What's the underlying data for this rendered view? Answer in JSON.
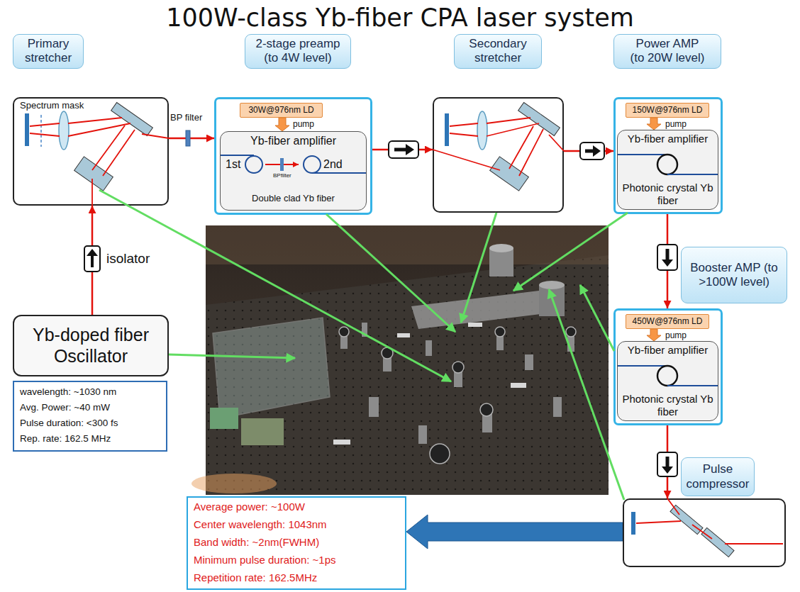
{
  "diagram": {
    "title": "100W-class Yb-fiber CPA laser system",
    "nodes": [
      {
        "text": [
          "Primary stretcher",
          "Spectrum mask"
        ]
      },
      {
        "text": [
          "2-stage preamp (to 4W level)"
        ]
      },
      {
        "text": [
          "30W@976nm LD"
        ],
        "in": 1
      },
      {
        "text": [
          "Yb-fiber amplifier",
          "1st",
          "2nd",
          "BPfilter",
          "Double clad Yb fiber"
        ],
        "in": 1
      },
      {
        "text": [
          "Secondary stretcher"
        ]
      },
      {
        "text": [
          "Power AMP (to 20W level)"
        ]
      },
      {
        "text": [
          "150W@976nm LD"
        ],
        "in": 5
      },
      {
        "text": [
          "Yb-fiber amplifier",
          "Photonic crystal Yb fiber"
        ],
        "in": 5
      },
      {
        "text": [
          "Yb-doped fiber Oscillator"
        ]
      },
      {
        "text": [
          "wavelength: ~1030 nm",
          "Avg. Power: ~40 mW",
          "Pulse duration: <300 fs",
          "Rep. rate: 162.5 MHz"
        ]
      },
      {
        "text": [
          "Booster AMP (to >100W level)"
        ]
      },
      {
        "text": [
          "450W@976nm LD"
        ],
        "in": 10
      },
      {
        "text": [
          "Yb-fiber amplifier",
          "Photonic crystal Yb fiber"
        ],
        "in": 10
      },
      {
        "text": [
          "Pulse compressor"
        ]
      },
      {
        "text": [
          "Average power: ~100W",
          "Center wavelength: 1043nm",
          "Band width: ~2nm(FWHM)",
          "Minimum pulse duration: ~1ps",
          "Repetition rate: 162.5MHz"
        ]
      }
    ],
    "edges": [
      {
        "from": 8,
        "to": 0,
        "arrow": "to"
      },
      {
        "from": 0,
        "to": 1,
        "arrow": "to"
      },
      {
        "from": 2,
        "to": 3,
        "arrow": "to"
      },
      {
        "from": 1,
        "to": 4,
        "arrow": "to"
      },
      {
        "from": 4,
        "to": 5,
        "arrow": "to"
      },
      {
        "from": 6,
        "to": 7,
        "arrow": "to"
      },
      {
        "from": 5,
        "to": 10,
        "arrow": "to"
      },
      {
        "from": 11,
        "to": 12,
        "arrow": "to"
      },
      {
        "from": 10,
        "to": 13,
        "arrow": "to"
      },
      {
        "from": 13,
        "to": 14,
        "arrow": "to"
      }
    ],
    "labels": [
      "isolator",
      "BP filter",
      "pump",
      "pump",
      "pump"
    ]
  }
}
